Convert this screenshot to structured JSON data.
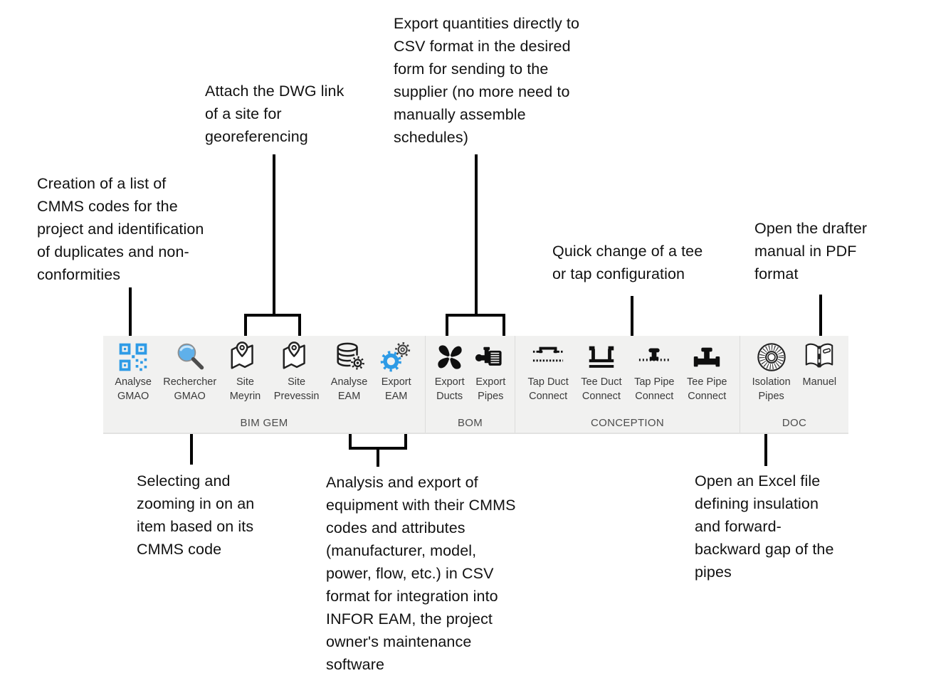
{
  "colors": {
    "accent_blue": "#2E9BE6",
    "ribbon_bg": "#f1f1f0",
    "connector": "#000000",
    "annotation_text": "#111111",
    "button_label": "#3a3a3a",
    "group_label": "#4c4c4c"
  },
  "annotations": {
    "analyse_gmao": {
      "text": "Creation of a list of\nCMMS codes for the\nproject and identification\nof duplicates and non-\nconformities"
    },
    "sites": {
      "text": "Attach the DWG link\nof a site for\ngeoreferencing"
    },
    "bom_export": {
      "text": "Export quantities directly to\nCSV format in the desired\nform for sending to the\nsupplier (no more need to\nmanually assemble\nschedules)"
    },
    "conception": {
      "text": "Quick change of a tee\nor tap configuration"
    },
    "manuel": {
      "text": "Open the drafter\nmanual in PDF\nformat"
    },
    "rechercher": {
      "text": "Selecting and\nzooming in on an\nitem based on its\nCMMS code"
    },
    "eam": {
      "text": "Analysis and export of\nequipment with their CMMS\ncodes and attributes\n(manufacturer, model,\npower, flow, etc.) in CSV\nformat for integration into\nINFOR EAM, the project\nowner's maintenance\nsoftware"
    },
    "isolation": {
      "text": "Open an Excel file\ndefining insulation\nand forward-\nbackward gap of the\npipes"
    }
  },
  "ribbon": {
    "groups": [
      {
        "label": "BIM GEM",
        "buttons": [
          {
            "label": "Analyse\nGMAO",
            "icon": "qr-code-icon"
          },
          {
            "label": "Rechercher\nGMAO",
            "icon": "magnifier-icon"
          },
          {
            "label": "Site\nMeyrin",
            "icon": "map-pin-icon"
          },
          {
            "label": "Site\nPrevessin",
            "icon": "map-pin-icon"
          },
          {
            "label": "Analyse\nEAM",
            "icon": "database-gear-icon"
          },
          {
            "label": "Export\nEAM",
            "icon": "gears-icon"
          }
        ]
      },
      {
        "label": "BOM",
        "buttons": [
          {
            "label": "Export\nDucts",
            "icon": "fan-icon"
          },
          {
            "label": "Export\nPipes",
            "icon": "pump-icon"
          }
        ]
      },
      {
        "label": "CONCEPTION",
        "buttons": [
          {
            "label": "Tap Duct\nConnect",
            "icon": "tap-duct-icon"
          },
          {
            "label": "Tee Duct\nConnect",
            "icon": "tee-duct-icon"
          },
          {
            "label": "Tap Pipe\nConnect",
            "icon": "tap-pipe-icon"
          },
          {
            "label": "Tee Pipe\nConnect",
            "icon": "tee-pipe-icon"
          }
        ]
      },
      {
        "label": "DOC",
        "buttons": [
          {
            "label": "Isolation\nPipes",
            "icon": "insulation-icon"
          },
          {
            "label": "Manuel",
            "icon": "book-icon"
          }
        ]
      }
    ]
  }
}
